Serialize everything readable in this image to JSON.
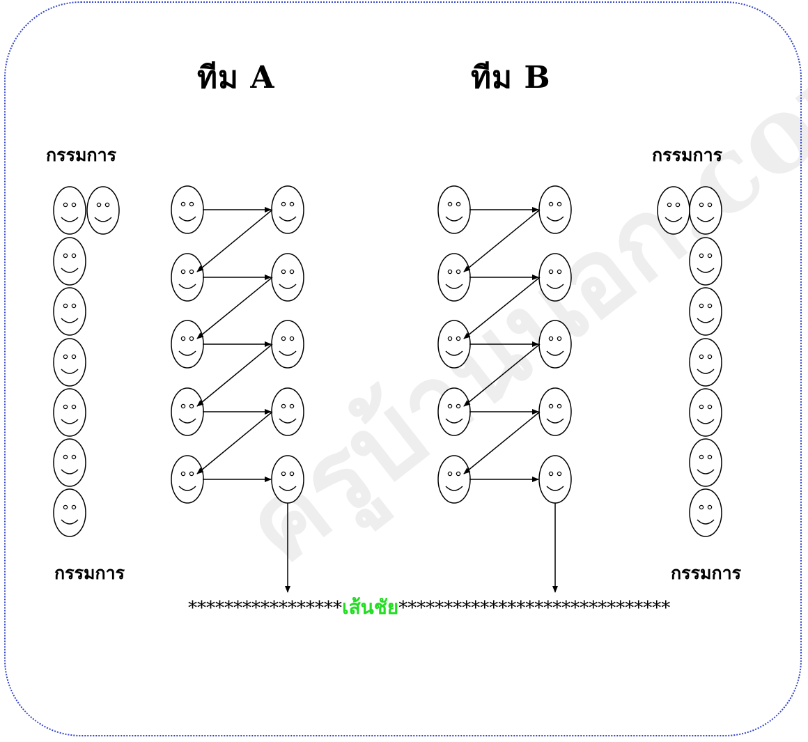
{
  "teams": [
    {
      "name": "ทีม A"
    },
    {
      "name": "ทีม B"
    }
  ],
  "referees": {
    "top_left": "กรรมการ",
    "top_right": "กรรมการ",
    "bottom_left": "กรรมการ",
    "bottom_right": "กรรมการ"
  },
  "finish": {
    "stars_left": "*****************",
    "label": "เส้นชัย",
    "stars_right": "******************************",
    "label_color": "#22dd22"
  },
  "watermark": "ครูบ้านนอก.com",
  "border_color": "#3344cc",
  "icons": [
    "smiley-face-icon",
    "arrow-icon"
  ]
}
